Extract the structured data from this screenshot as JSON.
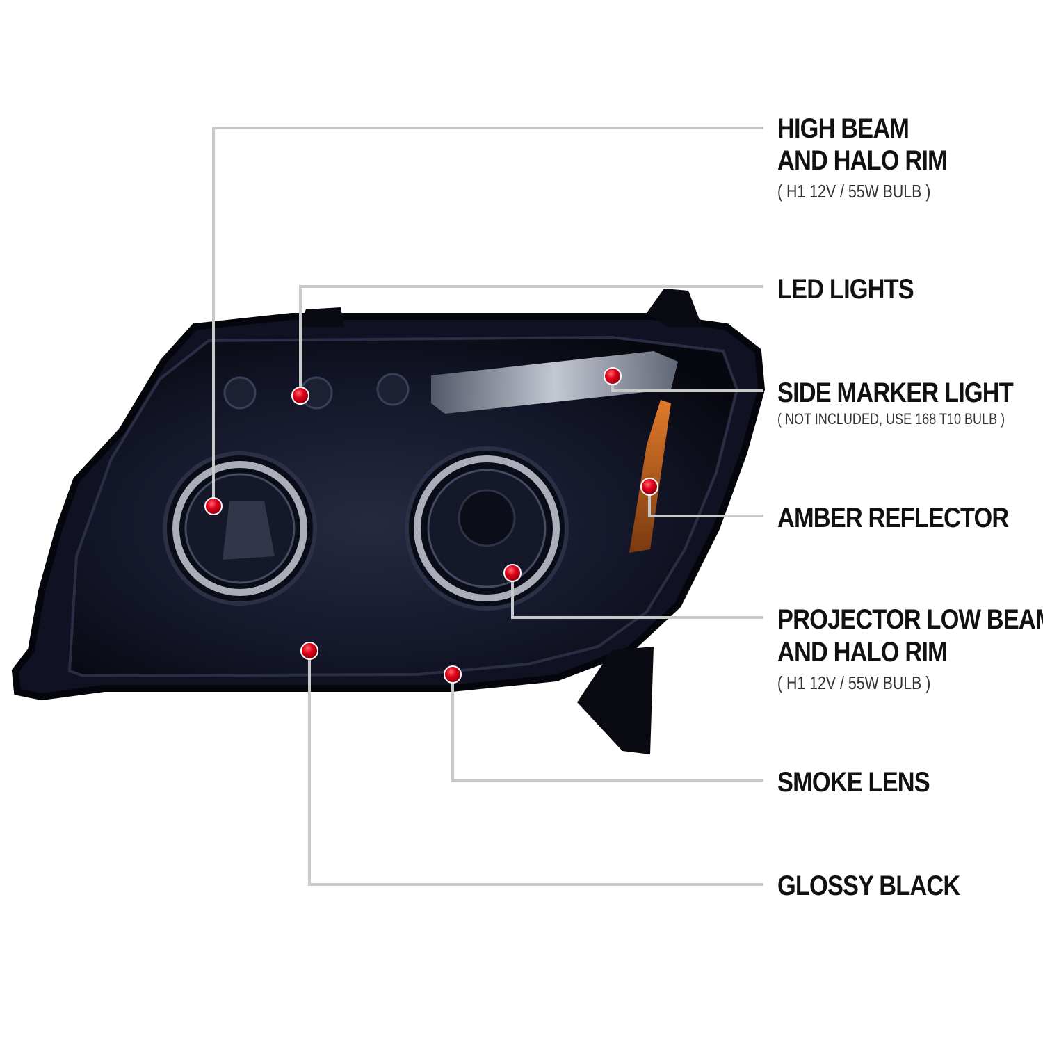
{
  "callouts": [
    {
      "id": "high-beam",
      "title_lines": [
        "HIGH BEAM",
        "AND HALO RIM"
      ],
      "note": "( H1  12V / 55W  BULB )"
    },
    {
      "id": "led-lights",
      "title_lines": [
        "LED LIGHTS"
      ],
      "note": ""
    },
    {
      "id": "side-marker",
      "title_lines": [
        "SIDE MARKER LIGHT"
      ],
      "note": "( NOT INCLUDED, USE  168 T10  BULB )"
    },
    {
      "id": "amber-reflector",
      "title_lines": [
        "AMBER REFLECTOR"
      ],
      "note": ""
    },
    {
      "id": "projector-low-beam",
      "title_lines": [
        "PROJECTOR LOW BEAM",
        "AND HALO RIM"
      ],
      "note": "( H1  12V / 55W  BULB )"
    },
    {
      "id": "smoke-lens",
      "title_lines": [
        "SMOKE LENS"
      ],
      "note": ""
    },
    {
      "id": "glossy-black",
      "title_lines": [
        "GLOSSY BLACK"
      ],
      "note": ""
    }
  ],
  "colors": {
    "marker": "#e0001b",
    "leader": "#c9c9c9",
    "housing": "#0d0f1c",
    "lens": "#1c2033",
    "amber": "#c8661e"
  }
}
